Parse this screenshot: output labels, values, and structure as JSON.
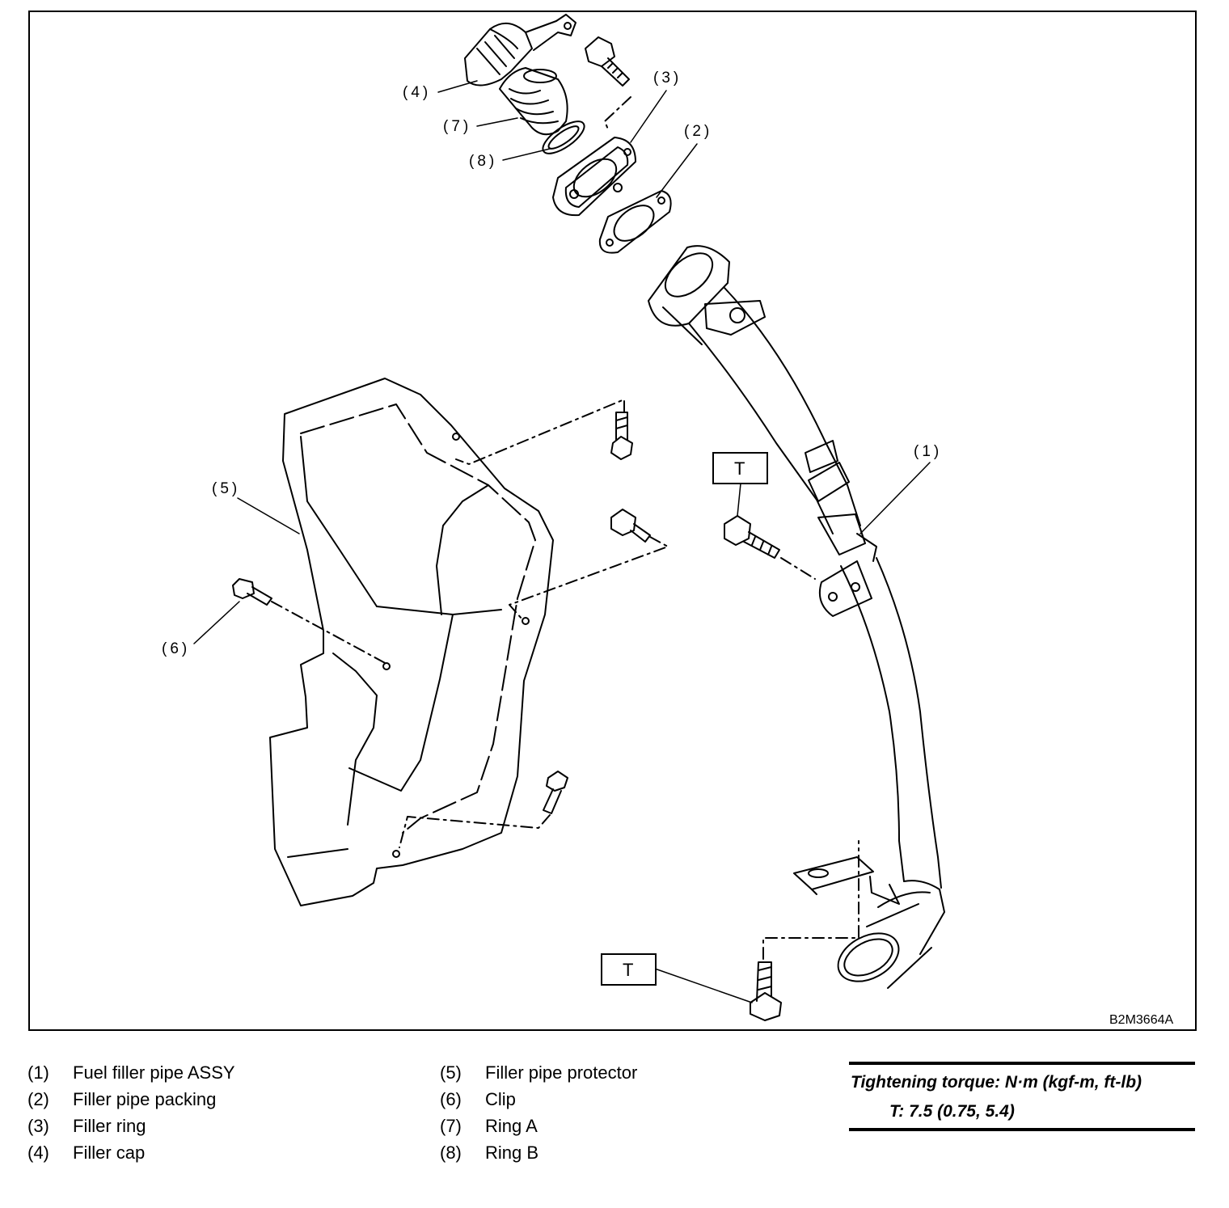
{
  "figure": {
    "id": "B2M3664A",
    "callouts": [
      "(1)",
      "(2)",
      "(3)",
      "(4)",
      "(5)",
      "(6)",
      "(7)",
      "(8)"
    ],
    "torque_marks": [
      "T",
      "T"
    ]
  },
  "legend": {
    "left": [
      {
        "num": "(1)",
        "label": "Fuel filler pipe ASSY"
      },
      {
        "num": "(2)",
        "label": "Filler pipe packing"
      },
      {
        "num": "(3)",
        "label": "Filler ring"
      },
      {
        "num": "(4)",
        "label": "Filler cap"
      }
    ],
    "right": [
      {
        "num": "(5)",
        "label": "Filler pipe protector"
      },
      {
        "num": "(6)",
        "label": "Clip"
      },
      {
        "num": "(7)",
        "label": "Ring A"
      },
      {
        "num": "(8)",
        "label": "Ring B"
      }
    ]
  },
  "torque": {
    "title": "Tightening torque: N·m (kgf-m, ft-lb)",
    "value": "T: 7.5 (0.75, 5.4)"
  }
}
